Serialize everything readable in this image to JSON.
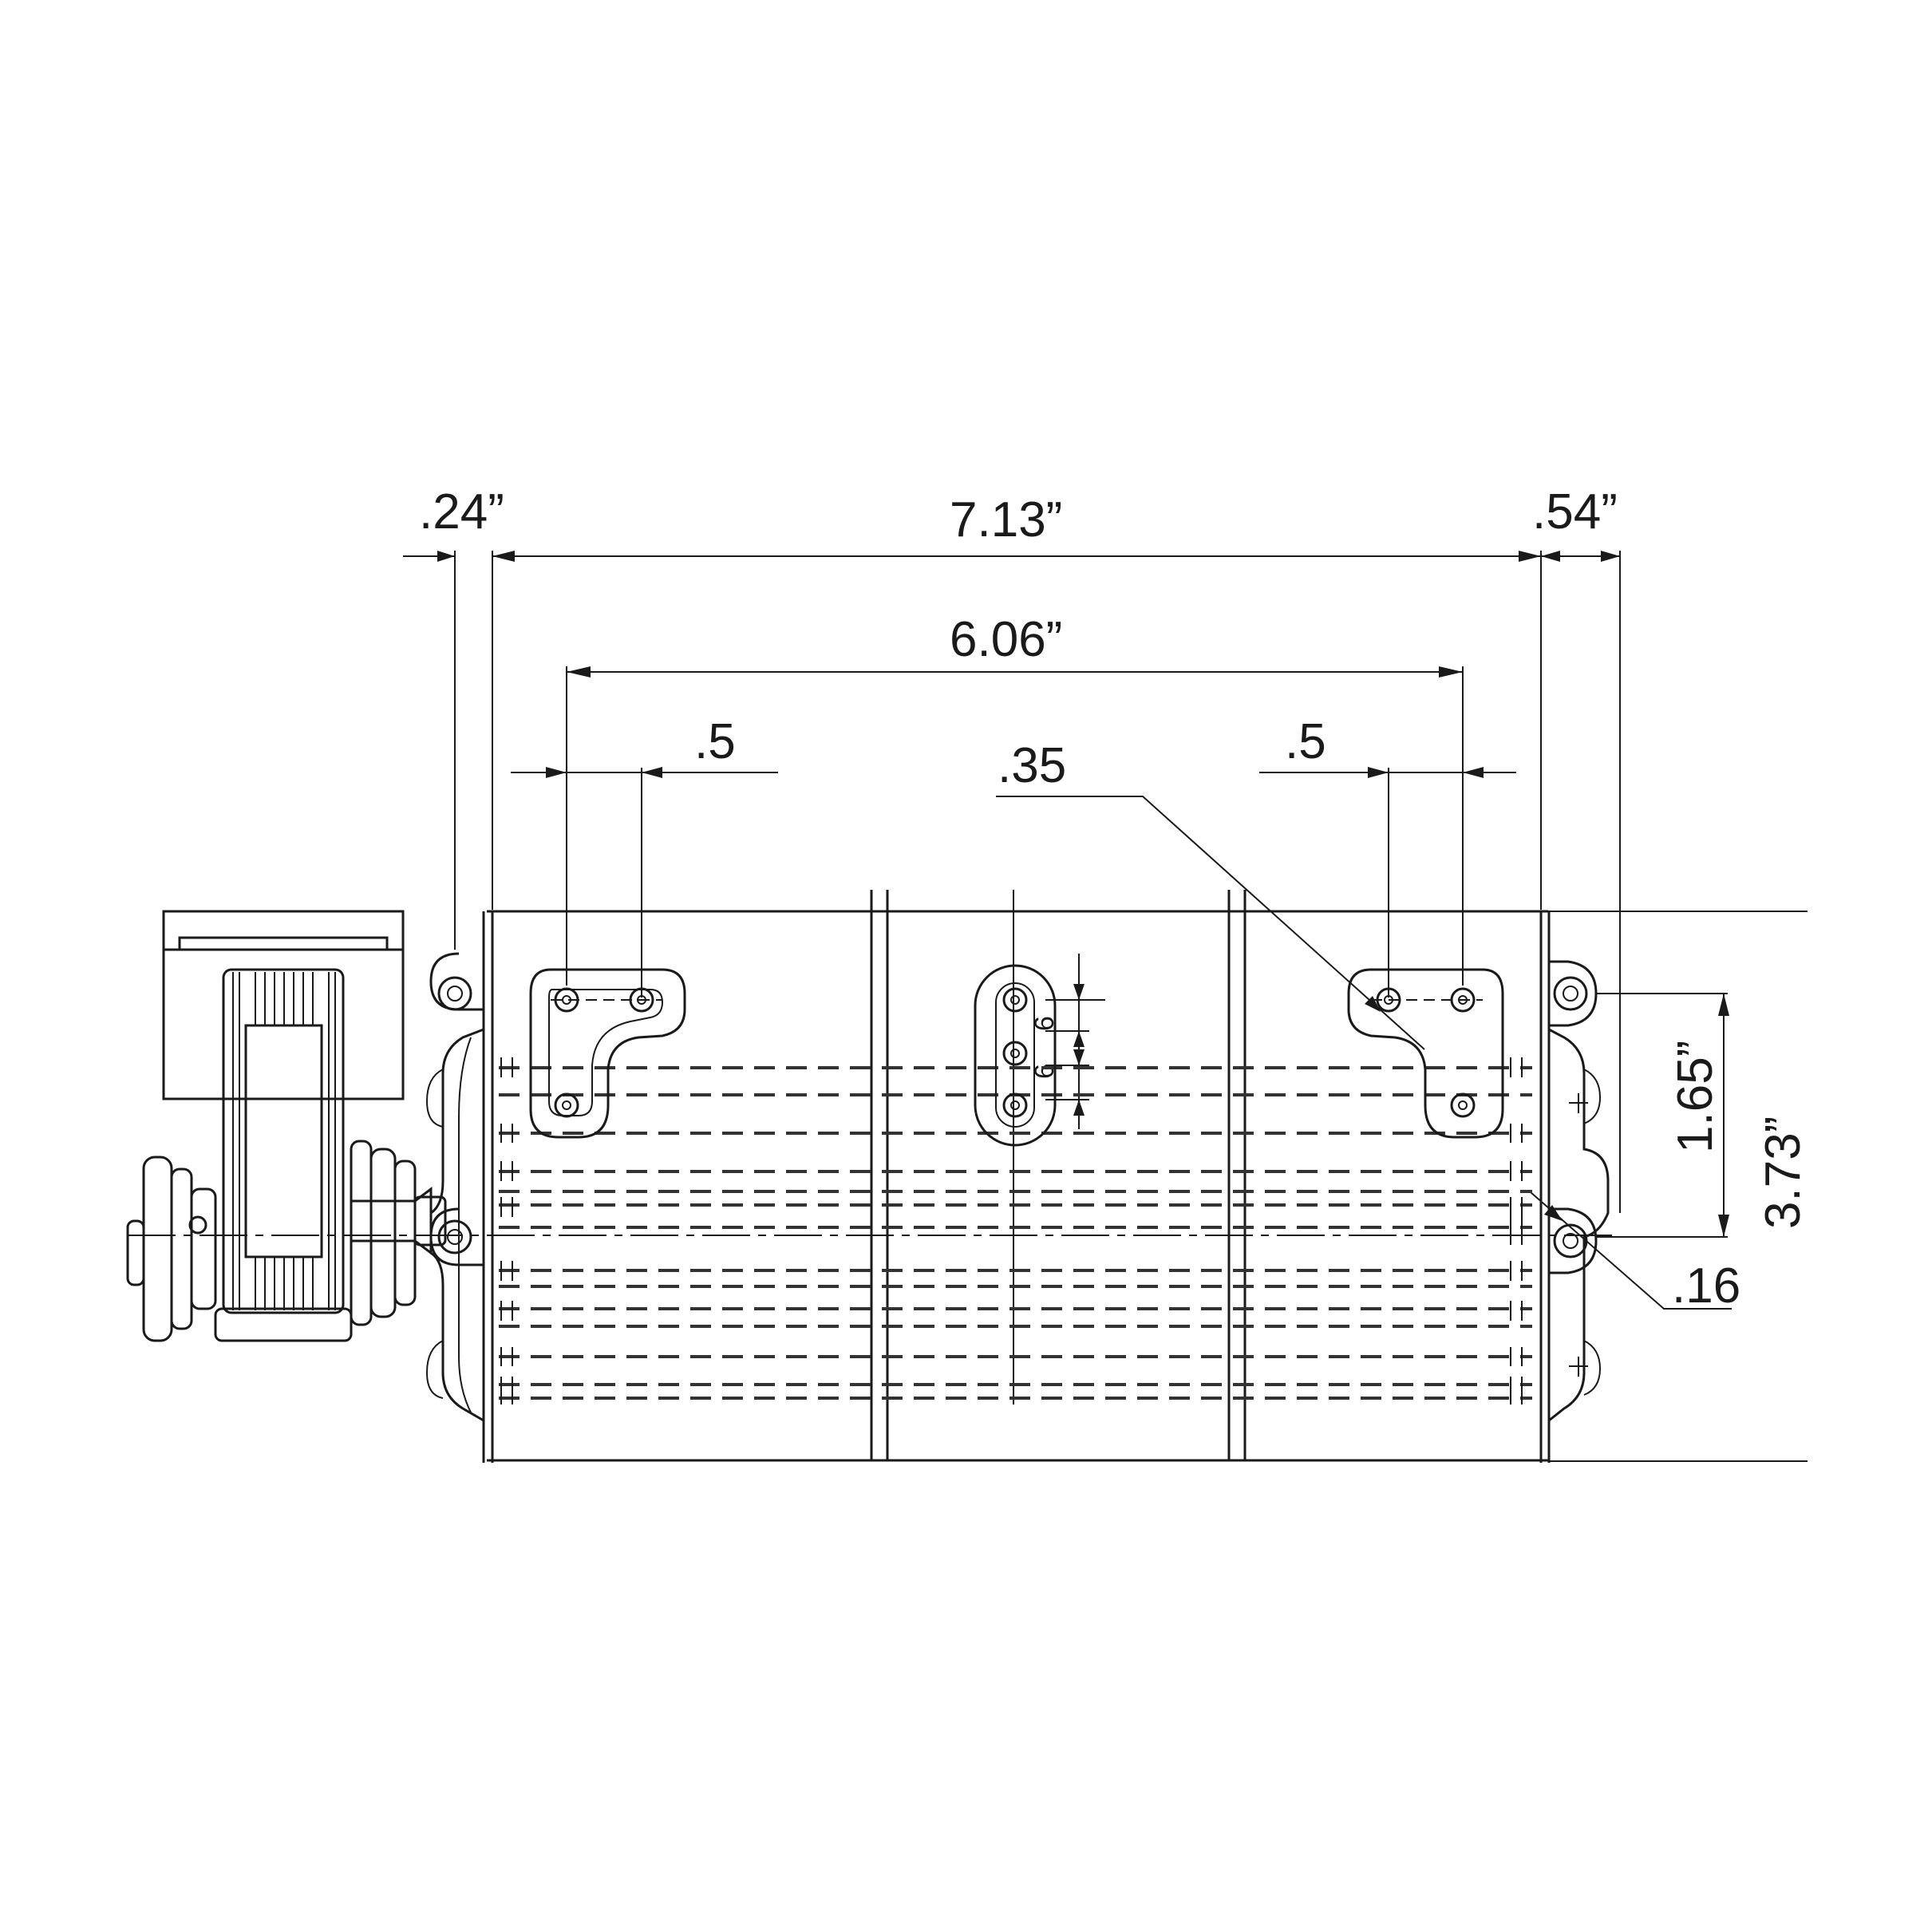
{
  "dimensions": {
    "left_offset": ".24”",
    "overall_length": "7.13”",
    "right_offset": ".54”",
    "bracket_spacing": "6.06”",
    "left_tab": ".5",
    "hole_diameter": ".35",
    "right_tab": ".5",
    "small_hole_pitch": "6",
    "small_hole_pitch_2": "6",
    "mount_height": "1.65”",
    "overall_height": "3.73”",
    "mount_hole": ".16"
  }
}
